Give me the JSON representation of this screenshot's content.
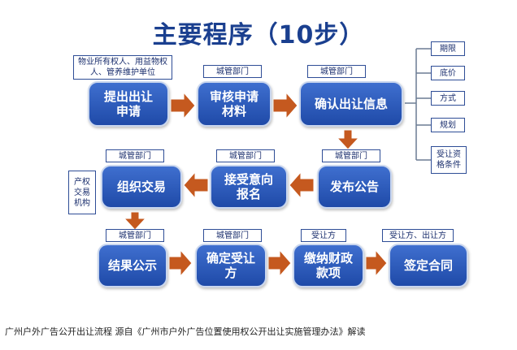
{
  "title": "主要程序（10步）",
  "colors": {
    "box": "#2a55b5",
    "arrow": "#c5591f",
    "title": "#1a3f8f",
    "connector": "#6b7c93"
  },
  "steps": [
    {
      "name": "提出出让申请",
      "owner": "物业所有权人、用益物权人、管养维护单位"
    },
    {
      "name": "审核申请材料",
      "owner": "城管部门"
    },
    {
      "name": "确认出让信息",
      "owner": "城管部门"
    },
    {
      "name": "发布公告",
      "owner": "城管部门"
    },
    {
      "name": "接受意向报名",
      "owner": "城管部门"
    },
    {
      "name": "组织交易",
      "owner": "城管部门"
    },
    {
      "name": "结果公示",
      "owner": "城管部门"
    },
    {
      "name": "确定受让方",
      "owner": "城管部门"
    },
    {
      "name": "缴纳财政款项",
      "owner": "受让方"
    },
    {
      "name": "签定合同",
      "owner": "受让方、出让方"
    }
  ],
  "info_items": [
    "期限",
    "底价",
    "方式",
    "规划",
    "受让资格条件"
  ],
  "side_note": "产权交易机构",
  "caption": "广州户外广告公开出让流程 源自《广州市户外广告位置使用权公开出让实施管理办法》解读"
}
